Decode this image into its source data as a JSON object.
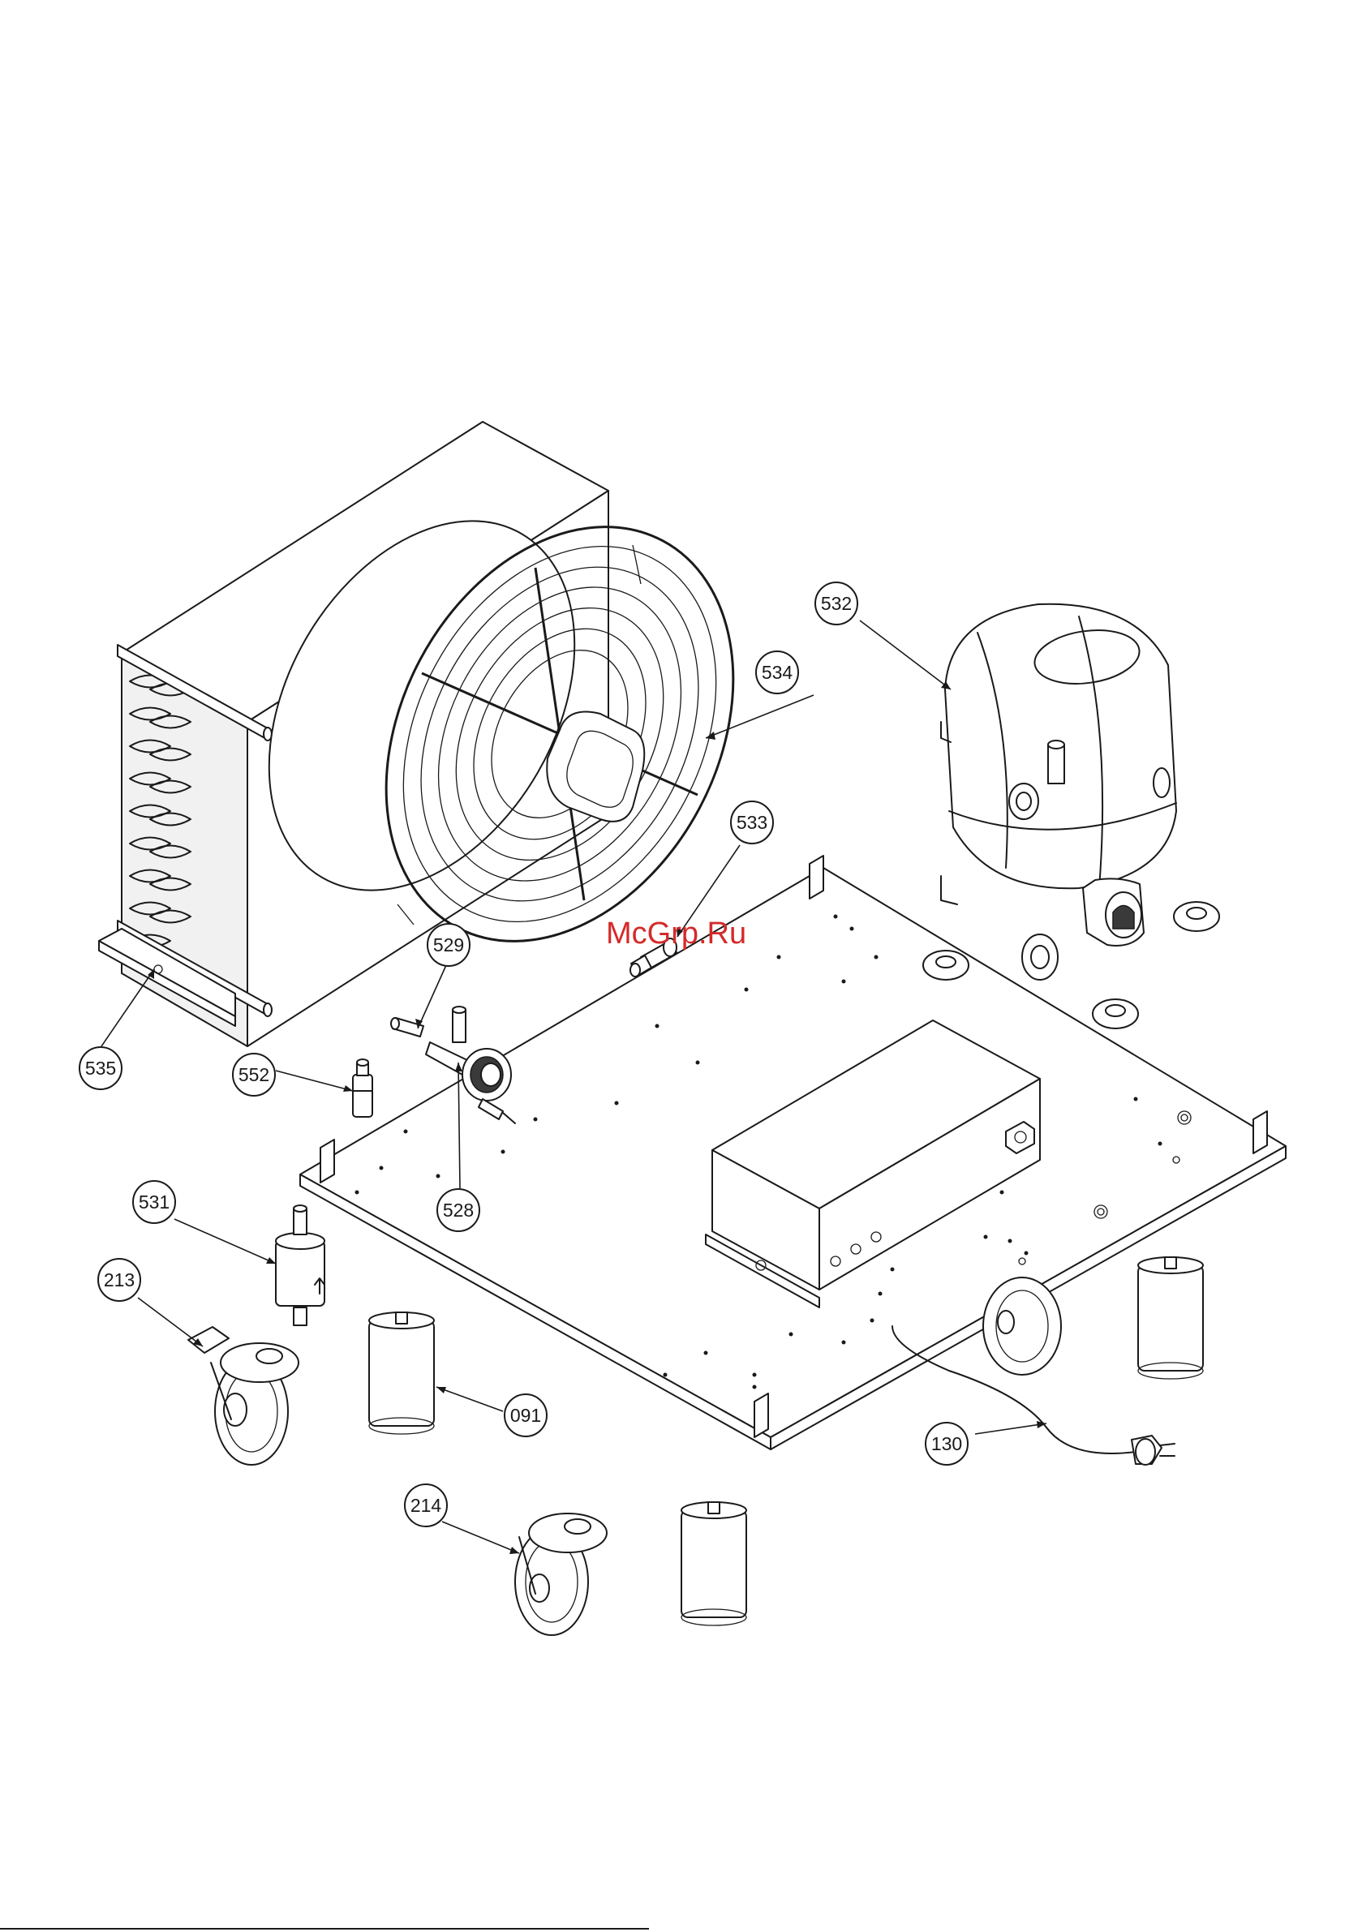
{
  "callouts": [
    {
      "id": "c532",
      "label": "532"
    },
    {
      "id": "c534",
      "label": "534"
    },
    {
      "id": "c533",
      "label": "533"
    },
    {
      "id": "c529",
      "label": "529"
    },
    {
      "id": "c535",
      "label": "535"
    },
    {
      "id": "c552",
      "label": "552"
    },
    {
      "id": "c528",
      "label": "528"
    },
    {
      "id": "c531",
      "label": "531"
    },
    {
      "id": "c213",
      "label": "213"
    },
    {
      "id": "c091",
      "label": "091"
    },
    {
      "id": "c130",
      "label": "130"
    },
    {
      "id": "c214",
      "label": "214"
    }
  ],
  "watermark": "McGrp.Ru",
  "colors": {
    "ink": "#1a1a1a",
    "watermark": "#d42a2a",
    "background": "#ffffff"
  }
}
